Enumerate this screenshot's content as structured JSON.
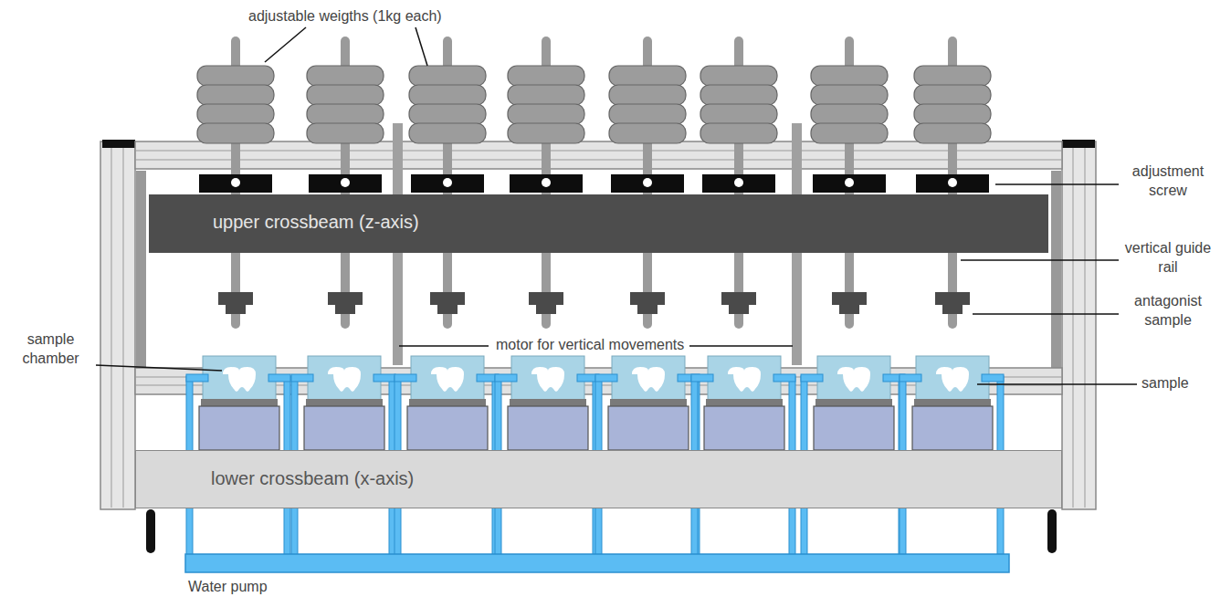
{
  "diagram": {
    "nodes": [
      {
        "text": [
          "upper crossbeam (z-axis)"
        ]
      },
      {
        "text": [
          "lower crossbeam (x-axis)"
        ]
      }
    ],
    "labels": [
      "adjustable weigths (1kg each)",
      "adjustment screw",
      "vertical guide rail",
      "antagonist sample",
      "sample chamber",
      "motor for vertical movements",
      "sample",
      "Water pump"
    ]
  }
}
